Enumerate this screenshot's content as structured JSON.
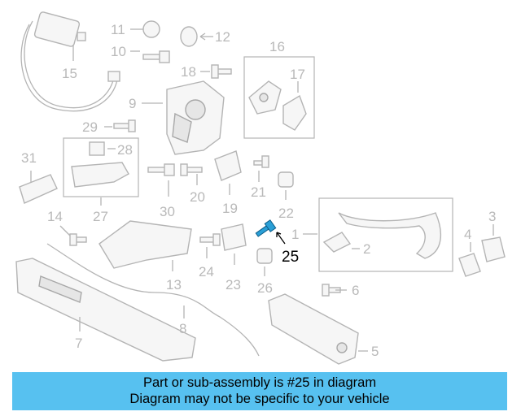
{
  "callouts": {
    "c1": "1",
    "c2": "2",
    "c3": "3",
    "c4": "4",
    "c5": "5",
    "c6": "6",
    "c7": "7",
    "c8": "8",
    "c9": "9",
    "c10": "10",
    "c11": "11",
    "c12": "12",
    "c13": "13",
    "c14": "14",
    "c15": "15",
    "c16": "16",
    "c17": "17",
    "c18": "18",
    "c19": "19",
    "c20": "20",
    "c21": "21",
    "c22": "22",
    "c23": "23",
    "c24": "24",
    "c25": "25",
    "c26": "26",
    "c27": "27",
    "c28": "28",
    "c29": "29",
    "c30": "30",
    "c31": "31"
  },
  "highlight_part": "25",
  "highlight_color": "#2a9fd6",
  "banner": {
    "line1": "Part or sub-assembly is #25 in diagram",
    "line2": "Diagram may not be specific to your vehicle",
    "color": "#57c1f0"
  }
}
